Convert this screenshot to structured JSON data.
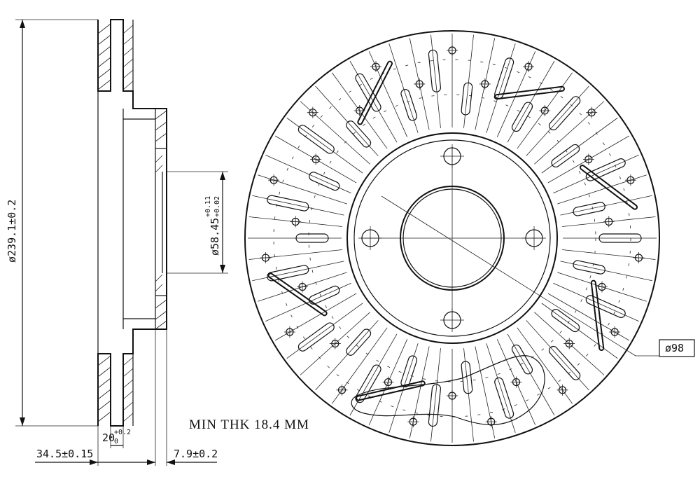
{
  "section_view": {
    "outer_diameter_label": "ø239.1±0.2",
    "bore_diameter_main": "ø58.45",
    "bore_tol_upper": "+0.11",
    "bore_tol_lower": "+0.02",
    "gap_main": "20",
    "gap_tol_upper": "+0.2",
    "gap_tol_lower": "0",
    "offset_label": "34.5±0.15",
    "hat_thickness_label": "7.9±0.2"
  },
  "note": "MIN THK 18.4 MM",
  "front_view": {
    "bolt_circle_label": "ø98",
    "stud_holes": 4,
    "drill_holes": 30,
    "vent_slots": 30,
    "cross_slots": 6
  }
}
